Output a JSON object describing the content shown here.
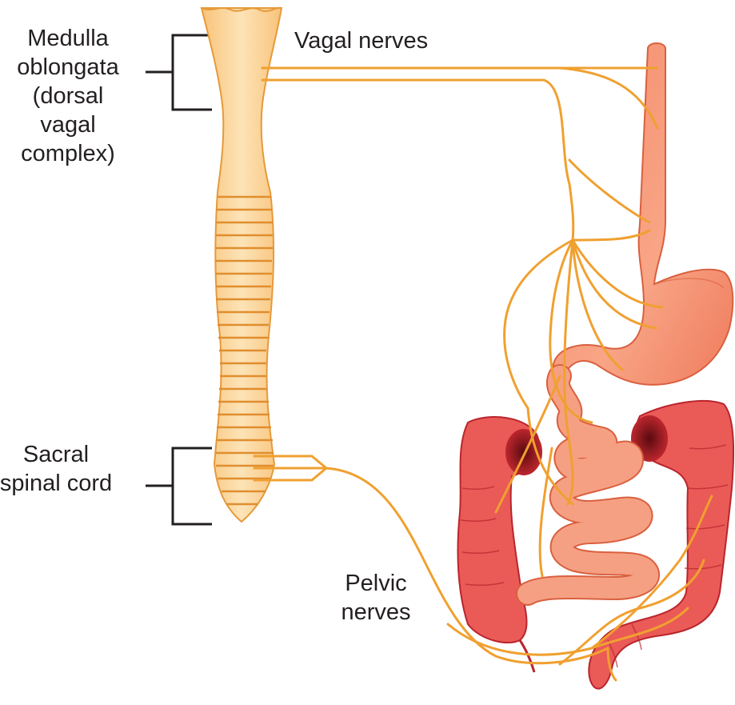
{
  "labels": {
    "medulla": [
      "Medulla",
      "oblongata",
      "(dorsal",
      "vagal",
      "complex)"
    ],
    "vagal_nerves": "Vagal nerves",
    "sacral": [
      "Sacral",
      "spinal cord"
    ],
    "pelvic": [
      "Pelvic",
      "nerves"
    ]
  },
  "colors": {
    "nerve": "#f2a13a",
    "nerve_outline": "#d98422",
    "spinal_cord": "#fbd59a",
    "spinal_cord_outline": "#e8a040",
    "esophagus_stomach": "#f4876a",
    "small_intestine": "#f59a80",
    "colon": "#e8514f",
    "colon_dark": "#a51d24",
    "bracket": "#231f20"
  }
}
